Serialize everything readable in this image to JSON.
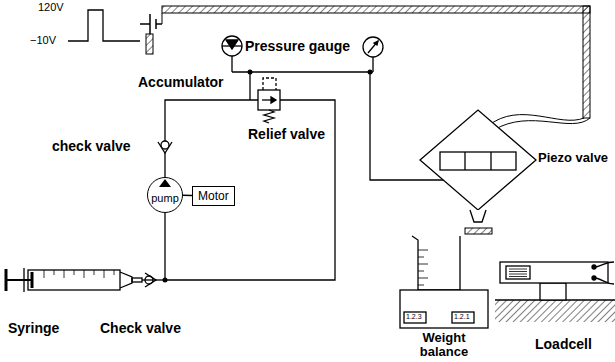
{
  "diagram": {
    "nodes": [
      {
        "text": [
          "pump"
        ]
      },
      {
        "text": [
          "Motor"
        ]
      }
    ],
    "edges": [
      {
        "from": 0,
        "to": 1,
        "arrow": "none"
      }
    ],
    "labels": [
      "120V",
      "−10V",
      "Pressure gauge",
      "Accumulator",
      "Piezo valve",
      "check valve",
      "Relief valve",
      "Syringe",
      "Check valve",
      "1.2.3",
      "1.2.1",
      "Weight balance",
      "Loadcell"
    ]
  }
}
